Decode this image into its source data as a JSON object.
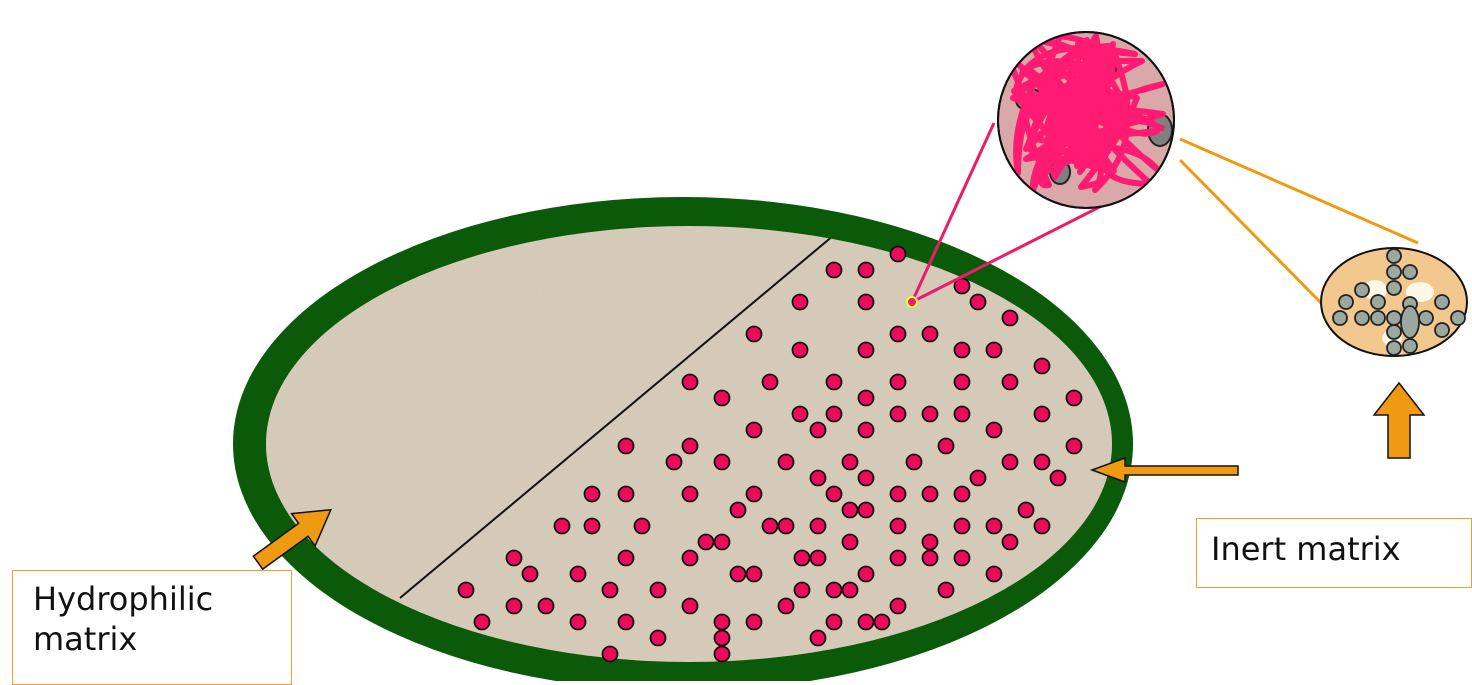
{
  "labels": {
    "hydrophilic_line1": "Hydrophilic",
    "hydrophilic_line2": "matrix",
    "inert": "Inert matrix"
  },
  "colors": {
    "coating": "#0a5a0a",
    "core": "#d9cdbb",
    "drug_particle": "#ee0a5a",
    "polymer_chain": "#ff1a72",
    "arrow": "#ef9a10",
    "callout_line_pink": "#ee1a6a",
    "callout_line_orange": "#ef9a10",
    "inert_inset_fill": "#f2c88e",
    "granule": "#9aa8a0"
  },
  "icons": [
    "arrow-icon"
  ]
}
